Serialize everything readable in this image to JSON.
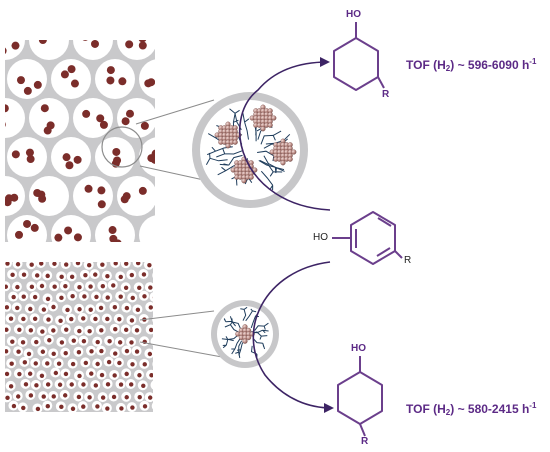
{
  "colors": {
    "support": "#c9c9cb",
    "pore": "#ffffff",
    "nanoparticle": "#7b2d2a",
    "arrow": "#3d2465",
    "molecule": "#6b3f8c",
    "label": "#5c2a86",
    "cluster": "#b98982",
    "ligand": "#1f3d5c"
  },
  "top_product": {
    "hydroxyl": "HO",
    "substituent": "R",
    "tof": {
      "prefix": "TOF (H",
      "sub": "2",
      "value": ") ~ 596-6090 h",
      "sup": "-1"
    }
  },
  "reactant": {
    "hydroxyl": "HO",
    "substituent": "R"
  },
  "bottom_product": {
    "hydroxyl": "HO",
    "substituent": "R",
    "tof": {
      "prefix": "TOF (H",
      "sub": "2",
      "value": ") ~ 580-2415 h",
      "sup": "-1"
    }
  }
}
